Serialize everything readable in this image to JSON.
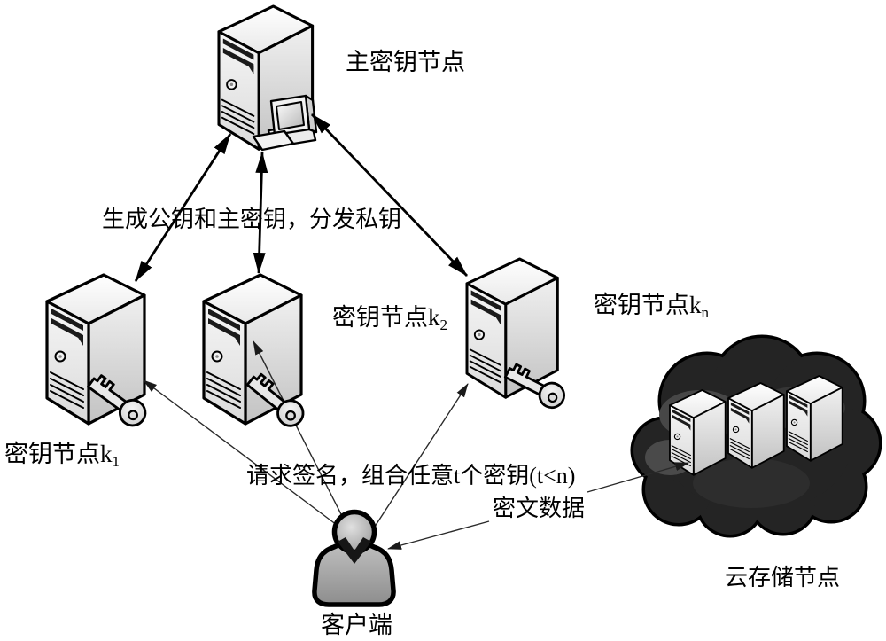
{
  "diagram": {
    "type": "network-architecture",
    "nodes": {
      "master": {
        "label": "主密钥节点",
        "icon": "server-tower-with-pc-icon"
      },
      "k1": {
        "label_base": "密钥节点k",
        "label_sub": "1",
        "icon": "server-tower-with-key-icon"
      },
      "k2": {
        "label_base": "密钥节点k",
        "label_sub": "2",
        "icon": "server-tower-with-key-icon"
      },
      "kn": {
        "label_base": "密钥节点k",
        "label_sub": "n",
        "icon": "server-tower-with-key-icon"
      },
      "cloud": {
        "label": "云存储节点",
        "icon": "dark-cloud-with-servers-icon"
      },
      "client": {
        "label": "客户端",
        "icon": "person-bust-icon"
      }
    },
    "edges": {
      "distribute": {
        "label": "生成公钥和主密钥，分发私钥",
        "from": "master",
        "to": "k1 k2 kn",
        "style": "double-arrow"
      },
      "request": {
        "label": "请求签名，组合任意t个密钥(t<n)",
        "from": "client",
        "to": "k1 k2 kn",
        "style": "thin-arrow"
      },
      "ciphertext": {
        "label": "密文数据",
        "from": "client",
        "to": "cloud",
        "style": "thin-double-arrow"
      }
    },
    "colors": {
      "outline": "#000000",
      "thin_line": "#2a2a2a",
      "server_light": "#efefef",
      "cloud_dark": "#242424",
      "person_gray": "#a8a8a8",
      "background": "#ffffff"
    }
  }
}
